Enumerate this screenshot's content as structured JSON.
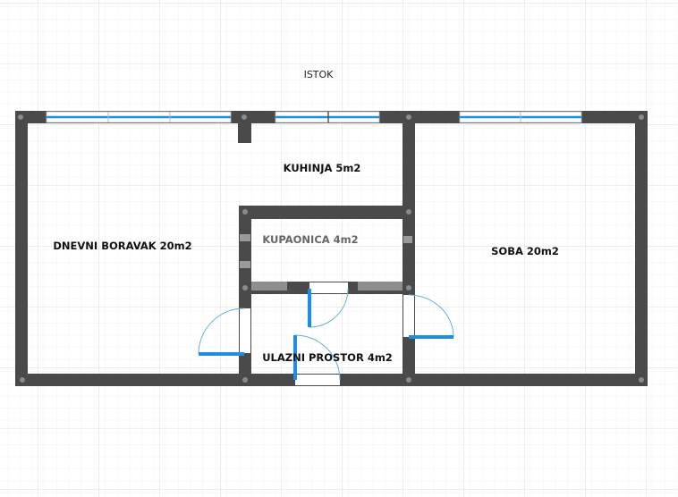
{
  "orientation_label": "ISTOK",
  "rooms": {
    "living": "DNEVNI BORAVAK 20m2",
    "kitchen": "KUHINJA 5m2",
    "bathroom": "KUPAONICA 4m2",
    "bedroom": "SOBA 20m2",
    "entrance": "ULAZNI PROSTOR 4m2"
  },
  "colors": {
    "wall": "#4a4a4a",
    "window": "#1e90e0",
    "door": "#1e8fe0",
    "grid": "#e2e2e2"
  }
}
